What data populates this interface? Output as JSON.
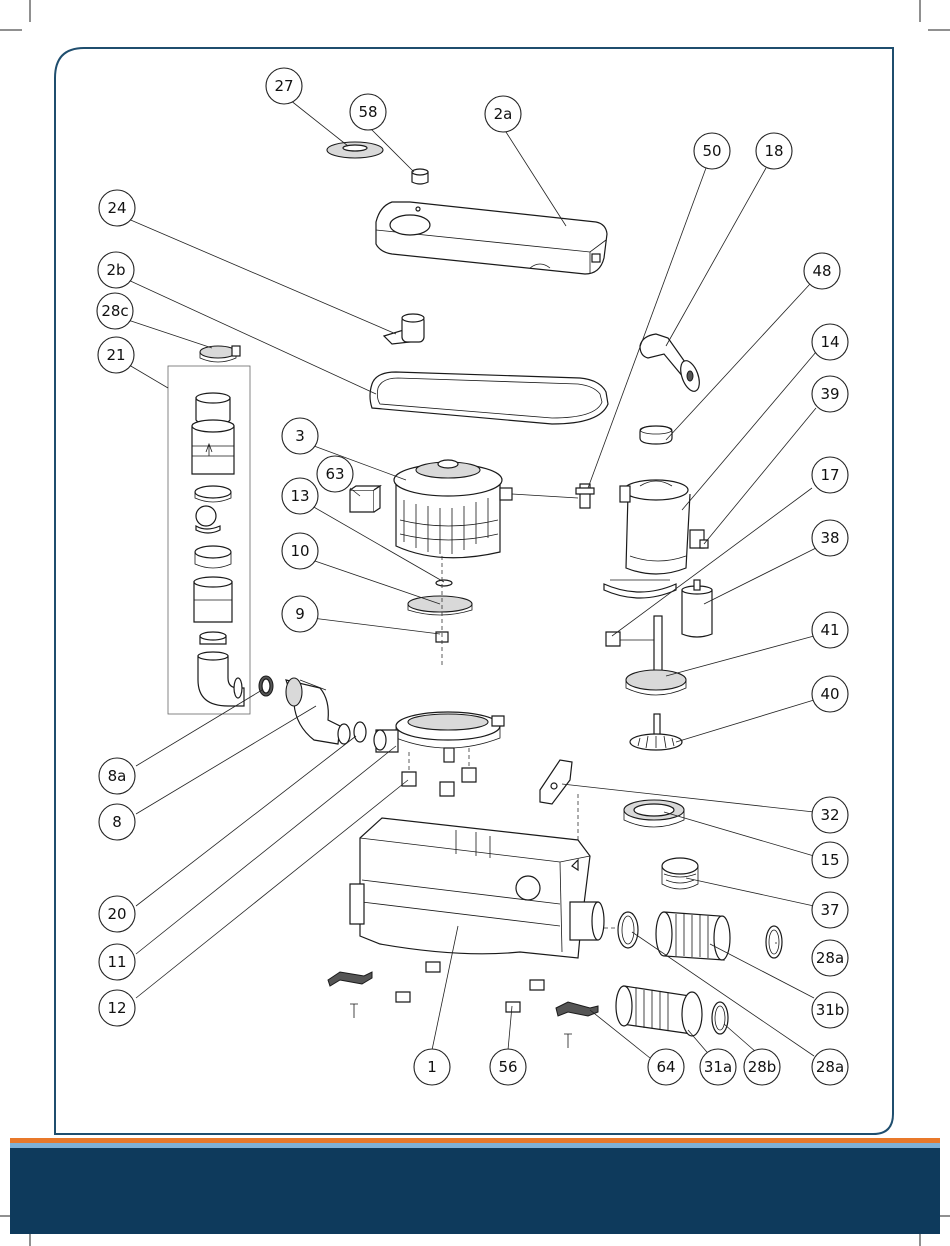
{
  "colors": {
    "frame_border": "#1f4e6e",
    "footer_band": "#0e3a5c",
    "footer_stripe_orange": "#e8782a",
    "footer_stripe_light_blue": "#7fb0d6"
  },
  "callouts": [
    {
      "id": "c27",
      "label": "27"
    },
    {
      "id": "c58",
      "label": "58"
    },
    {
      "id": "c2a",
      "label": "2a"
    },
    {
      "id": "c50",
      "label": "50"
    },
    {
      "id": "c18",
      "label": "18"
    },
    {
      "id": "c24",
      "label": "24"
    },
    {
      "id": "c2b",
      "label": "2b"
    },
    {
      "id": "c48",
      "label": "48"
    },
    {
      "id": "c28c",
      "label": "28c"
    },
    {
      "id": "c14",
      "label": "14"
    },
    {
      "id": "c21",
      "label": "21"
    },
    {
      "id": "c39",
      "label": "39"
    },
    {
      "id": "c3",
      "label": "3"
    },
    {
      "id": "c63",
      "label": "63"
    },
    {
      "id": "c17",
      "label": "17"
    },
    {
      "id": "c13",
      "label": "13"
    },
    {
      "id": "c38",
      "label": "38"
    },
    {
      "id": "c10",
      "label": "10"
    },
    {
      "id": "c9",
      "label": "9"
    },
    {
      "id": "c41",
      "label": "41"
    },
    {
      "id": "c40",
      "label": "40"
    },
    {
      "id": "c8a",
      "label": "8a"
    },
    {
      "id": "c8",
      "label": "8"
    },
    {
      "id": "c32",
      "label": "32"
    },
    {
      "id": "c15",
      "label": "15"
    },
    {
      "id": "c20",
      "label": "20"
    },
    {
      "id": "c37",
      "label": "37"
    },
    {
      "id": "c11",
      "label": "11"
    },
    {
      "id": "c28a_top",
      "label": "28a"
    },
    {
      "id": "c12",
      "label": "12"
    },
    {
      "id": "c31b",
      "label": "31b"
    },
    {
      "id": "c1",
      "label": "1"
    },
    {
      "id": "c56",
      "label": "56"
    },
    {
      "id": "c64",
      "label": "64"
    },
    {
      "id": "c31a",
      "label": "31a"
    },
    {
      "id": "c28b",
      "label": "28b"
    },
    {
      "id": "c28a_bottom",
      "label": "28a"
    }
  ]
}
